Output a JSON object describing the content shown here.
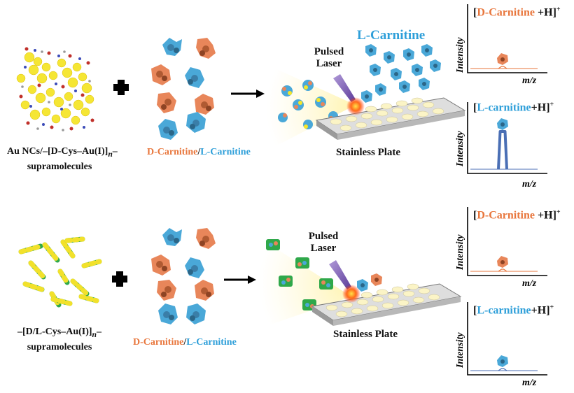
{
  "top": {
    "left_label_line1_a": "Au NCs/–[",
    "left_label_line1_b": "D",
    "left_label_line1_c": "-Cys–Au(I)]",
    "left_label_line1_d": "n",
    "left_label_line1_e": "–",
    "left_label_line2": "supramolecules",
    "mix_d": "D",
    "mix_d_rest": "-Carnitine",
    "mix_sep": "/",
    "mix_l": "L",
    "mix_l_rest": "-Carnitine",
    "laser_line1": "Pulsed",
    "laser_line2": "Laser",
    "released_l": "L",
    "released_rest": "-Carnitine",
    "plate_label": "Stainless Plate"
  },
  "bottom": {
    "left_label_line1_a": "–[",
    "left_label_line1_b": "D",
    "left_label_line1_c": "/",
    "left_label_line1_d": "L",
    "left_label_line1_e": "-Cys–Au(I)]",
    "left_label_line1_f": "n",
    "left_label_line1_g": "–",
    "left_label_line2": "supramolecules",
    "mix_d": "D",
    "mix_d_rest": "-Carnitine",
    "mix_sep": "/",
    "mix_l": "L",
    "mix_l_rest": "-Carnitine",
    "laser_line1": "Pulsed",
    "laser_line2": "Laser",
    "plate_label": "Stainless Plate"
  },
  "spectra": [
    {
      "open": "[",
      "iso": "D",
      "name": "-Carnitine",
      "close": " +H]",
      "sup": "+",
      "ylabel": "Intensity",
      "xlabel": "m/z",
      "peak": 0.05,
      "color": "#e8763c"
    },
    {
      "open": "[",
      "iso": "L",
      "name": "-carnitine",
      "close": "+H]",
      "sup": "+",
      "ylabel": "Intensity",
      "xlabel": "m/z",
      "peak": 1.0,
      "color": "#4a6fb5"
    },
    {
      "open": "[",
      "iso": "D",
      "name": "-Carnitine",
      "close": " +H]",
      "sup": "+",
      "ylabel": "Intensity",
      "xlabel": "m/z",
      "peak": 0.05,
      "color": "#e8763c"
    },
    {
      "open": "[",
      "iso": "L",
      "name": "-carnitine",
      "close": "+H]",
      "sup": "+",
      "ylabel": "Intensity",
      "xlabel": "m/z",
      "peak": 0.03,
      "color": "#4a6fb5"
    }
  ],
  "colors": {
    "orange": "#e8763c",
    "blue": "#2e9fd9",
    "gold": "#f2e12b",
    "green": "#2fa84a"
  }
}
